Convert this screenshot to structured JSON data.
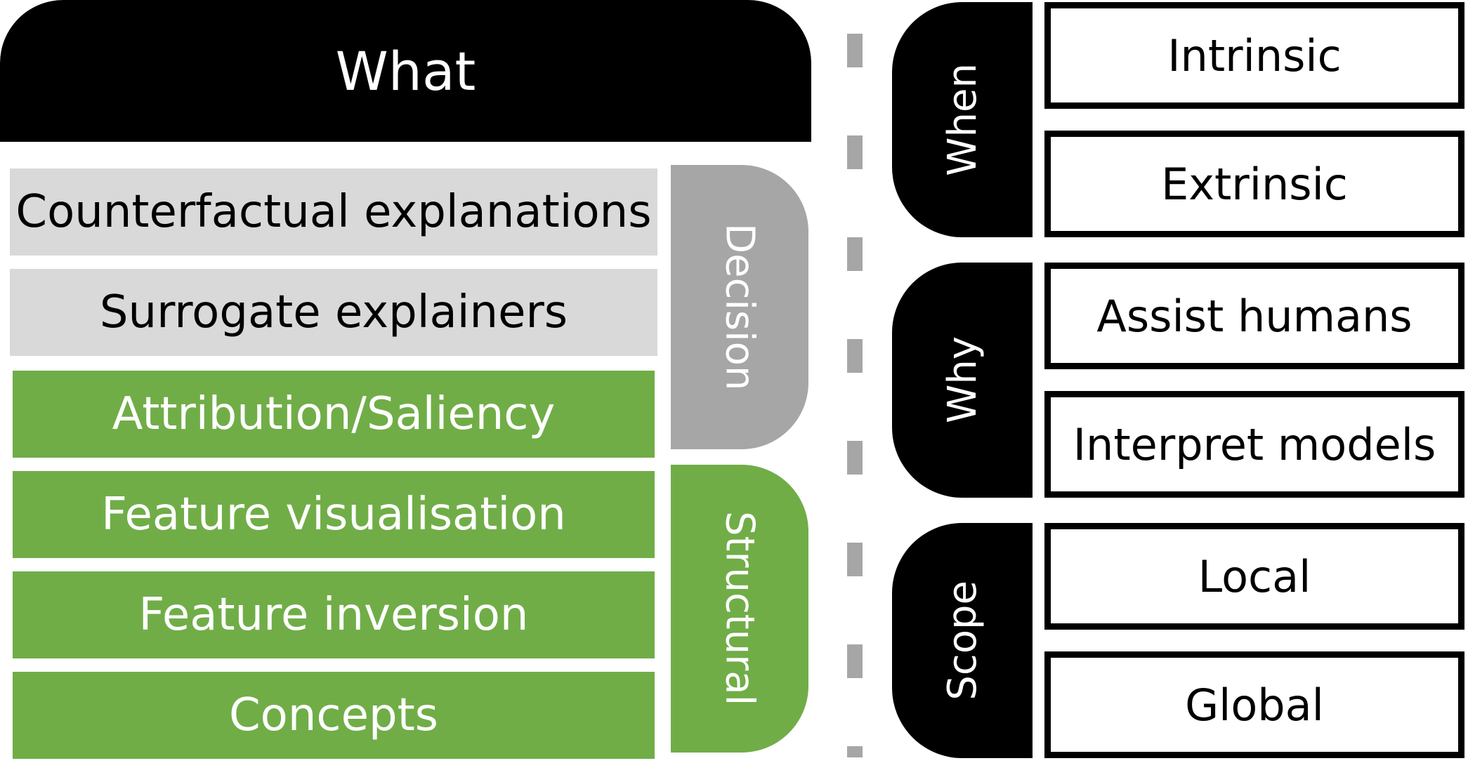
{
  "what": {
    "title": "What",
    "categories": [
      {
        "label": "Decision",
        "color": "#a6a6a6",
        "row_color": "#d9d9d9",
        "methods": [
          "Counterfactual explanations",
          "Surrogate explainers"
        ]
      },
      {
        "label": "Structural",
        "color": "#70ad47",
        "row_color": "#70ad47",
        "methods": [
          "Attribution/Saliency",
          "Feature visualisation",
          "Feature inversion",
          "Concepts"
        ]
      }
    ]
  },
  "dimensions": [
    {
      "label": "When",
      "options": [
        "Intrinsic",
        "Extrinsic"
      ]
    },
    {
      "label": "Why",
      "options": [
        "Assist humans",
        "Interpret models"
      ]
    },
    {
      "label": "Scope",
      "options": [
        "Local",
        "Global"
      ]
    }
  ],
  "colors": {
    "header": "#000000",
    "decision_tab": "#a6a6a6",
    "decision_row": "#d9d9d9",
    "structural": "#70ad47",
    "divider": "#a6a6a6"
  }
}
